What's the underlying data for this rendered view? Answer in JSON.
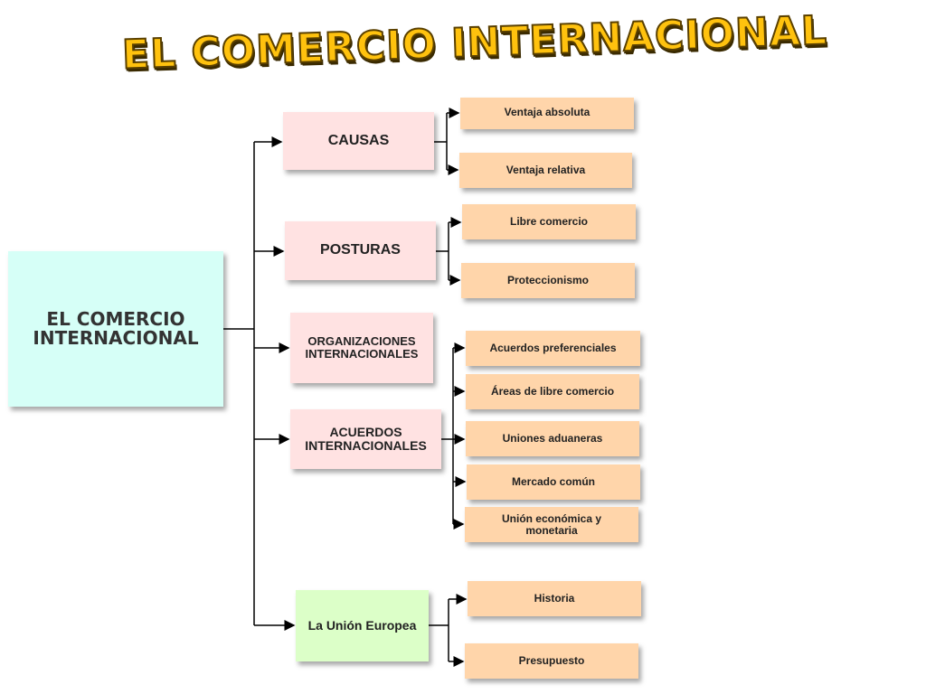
{
  "title": "EL COMERCIO INTERNACIONAL",
  "root": "EL COMERCIO INTERNACIONAL",
  "branches": [
    {
      "label": "CAUSAS",
      "children": [
        "Ventaja absoluta",
        "Ventaja relativa"
      ]
    },
    {
      "label": "POSTURAS",
      "children": [
        "Libre comercio",
        "Proteccionismo"
      ]
    },
    {
      "label": "ORGANIZACIONES INTERNACIONALES",
      "children": []
    },
    {
      "label": "ACUERDOS INTERNACIONALES",
      "children": [
        "Acuerdos preferenciales",
        "Áreas de libre comercio",
        "Uniones aduaneras",
        "Mercado común",
        "Unión económica y monetaria"
      ]
    },
    {
      "label": "La Unión Europea",
      "children": [
        "Historia",
        "Presupuesto"
      ]
    }
  ],
  "colors": {
    "root": "#d6fff7",
    "branch": "#ffe2e2",
    "eu": "#dcffc8",
    "leaf": "#ffd5aa"
  }
}
